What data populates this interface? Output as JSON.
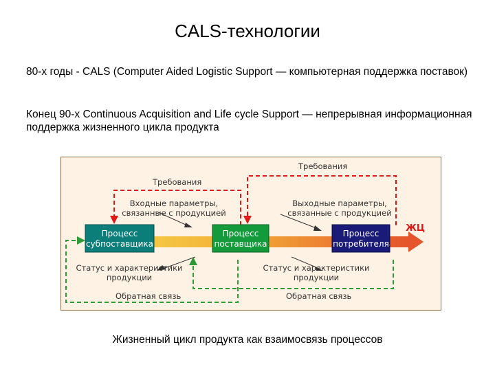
{
  "slide": {
    "title": "CALS-технологии",
    "paragraph1": "80-х годы - CALS (Computer Aided Logistic Support — компьютерная поддержка поставок)",
    "paragraph2": "Конец 90-х Continuous Acquisition and Life cycle Support — непрерывная информационная поддержка жизненного цикла продукта",
    "caption": "Жизненный цикл продукта как взаимосвязь процессов"
  },
  "diagram": {
    "boxes": {
      "subsupplier": [
        "Процесс",
        "субпоставщика"
      ],
      "supplier": [
        "Процесс",
        "поставщика"
      ],
      "consumer": [
        "Процесс",
        "потребителя"
      ]
    },
    "labels": {
      "requirements_top": "Требования",
      "requirements_mid": "Требования",
      "input_params": [
        "Входные параметры,",
        "связанные с продукцией"
      ],
      "output_params": [
        "Выходные параметры,",
        "связанные с продукцией"
      ],
      "status_left": [
        "Статус и характеристики",
        "продукции"
      ],
      "status_right": [
        "Статус и характеристики",
        "продукции"
      ],
      "feedback_left": "Обратная связь",
      "feedback_right": "Обратная связь",
      "lifecycle": "ЖЦ"
    },
    "colors": {
      "background": "#fdf2e3",
      "subsupplier_box": "#0b7e7a",
      "supplier_box": "#139a3a",
      "consumer_box": "#1a1a78",
      "requirements_line": "#e01818",
      "feedback_line": "#2e9a36",
      "lifecycle_label": "#e01818"
    }
  }
}
